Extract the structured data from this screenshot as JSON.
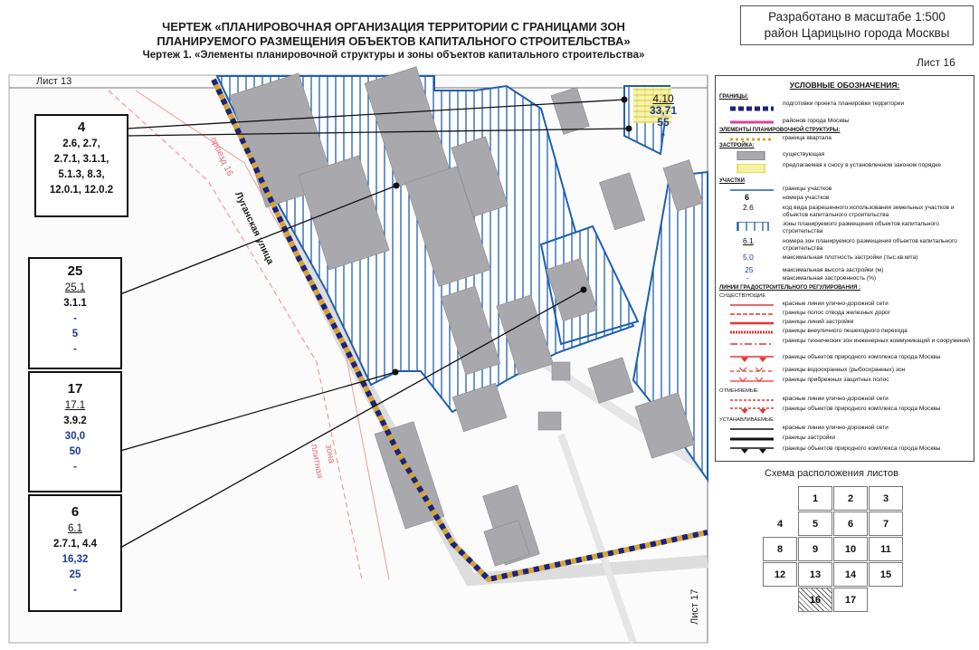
{
  "title": {
    "line1": "ЧЕРТЕЖ «ПЛАНИРОВОЧНАЯ ОРГАНИЗАЦИЯ ТЕРРИТОРИИ С ГРАНИЦАМИ ЗОН",
    "line2": "ПЛАНИРУЕМОГО РАЗМЕЩЕНИЯ ОБЪЕКТОВ КАПИТАЛЬНОГО СТРОИТЕЛЬСТВА»",
    "line3": "Чертеж 1. «Элементы планировочной структуры и зоны объектов капитального строительства»"
  },
  "scale_box": {
    "line1": "Разработано в масштабе 1:500",
    "line2": "район Царицыно города Москвы"
  },
  "sheet_label": "Лист 16",
  "map_labels": {
    "sheet13": "Лист 13",
    "sheet17": "Лист 17",
    "street": "Луганская улица",
    "proezd": "проезд 16",
    "zone1": "зона",
    "zone2": "плитная"
  },
  "zone_tag": {
    "line1": "4.10",
    "line2": "33,71",
    "line3": "55",
    "line4": "-"
  },
  "callouts": [
    {
      "number": "4",
      "lines": [
        "2.6, 2.7,",
        "2.7.1, 3.1.1,",
        "5.1.3, 8.3,",
        "12.0.1, 12.0.2"
      ]
    },
    {
      "number": "25",
      "code": "25.1",
      "use": "3.1.1",
      "density": "-",
      "height": "5",
      "coverage": "-"
    },
    {
      "number": "17",
      "code": "17.1",
      "use": "3.9.2",
      "density": "30,0",
      "height": "50",
      "coverage": "-"
    },
    {
      "number": "6",
      "code": "6.1",
      "use": "2.7.1, 4.4",
      "density": "16,32",
      "height": "25",
      "coverage": "-"
    }
  ],
  "legend": {
    "heading": "УСЛОВНЫЕ ОБОЗНАЧЕНИЯ:",
    "s_borders": "ГРАНИЦЫ:",
    "t_project": "подготовки проекта планировки территории",
    "t_district": "районов города Москвы",
    "s_elements": "ЭЛЕМЕНТЫ ПЛАНИРОВОЧНОЙ СТРУКТУРЫ:",
    "t_block": "граница квартала",
    "s_building": "ЗАСТРОЙКА:",
    "t_existing": "существующая",
    "t_demolish": "предлагаемая к сносу в установленном законом порядке",
    "s_plots": "УЧАСТКИ",
    "t_plot_border": "границы участков",
    "v_plot_no": "6",
    "t_plot_no": "номера участков",
    "v_use_code": "2.6",
    "t_use_code": "код вида разрешенного использования земельных участков и объектов капитального строительства",
    "t_zones": "зоны планируемого размещения объектов капитального строительства",
    "v_zone_no": "6.1",
    "t_zone_no": "номера зон планируемого размещения объектов капитального строительства",
    "v_density": "5,0",
    "t_density": "максимальная плотность застройки (тыс.кв.м/га)",
    "v_height": "25",
    "t_height": "максимальная высота застройки (м)",
    "v_coverage": "-",
    "t_coverage": "максимальная застроенность (%)",
    "s_regulation": "ЛИНИИ ГРАДОСТРОИТЕЛЬНОГО РЕГУЛИРОВАНИЯ :",
    "s_existing": "СУЩЕСТВУЮЩИЕ",
    "t_red": "красные линии улично-дорожной сети",
    "t_rail": "границы полос отвода железных дорог",
    "t_build_lines": "границы линий застройки",
    "t_ped": "границы внеуличного пешеходного перехода",
    "t_tech": "границы технических зон инженерных коммуникаций и сооружений",
    "t_nature": "границы объектов природного комплекса города Москвы",
    "t_water": "границы водоохранных (рыбоохранных) зон",
    "t_coast": "границы прибрежных защитных полос",
    "s_cancel": "ОТМЕНЯЕМЫЕ",
    "t_red2": "красные линии улично-дорожной сети",
    "t_nature2": "границы объектов природного комплекса города Москвы",
    "s_establish": "УСТАНАВЛИВАЕМЫЕ",
    "t_red3": "красные линии улично-дорожной сети",
    "t_build3": "границы застройки",
    "t_nature3": "границы объектов природного комплекса города Москвы"
  },
  "scheme": {
    "title": "Схема расположения листов",
    "cells": [
      "1",
      "2",
      "3",
      "4",
      "5",
      "6",
      "7",
      "8",
      "9",
      "10",
      "11",
      "12",
      "13",
      "14",
      "15",
      "16",
      "17"
    ],
    "current": "16"
  },
  "colors": {
    "zone_blue": "#1f5fb0",
    "building_gray": "#a8a8ad",
    "red_line": "#e53333",
    "border_navy": "#1a237e",
    "border_gold": "#d4a436"
  }
}
